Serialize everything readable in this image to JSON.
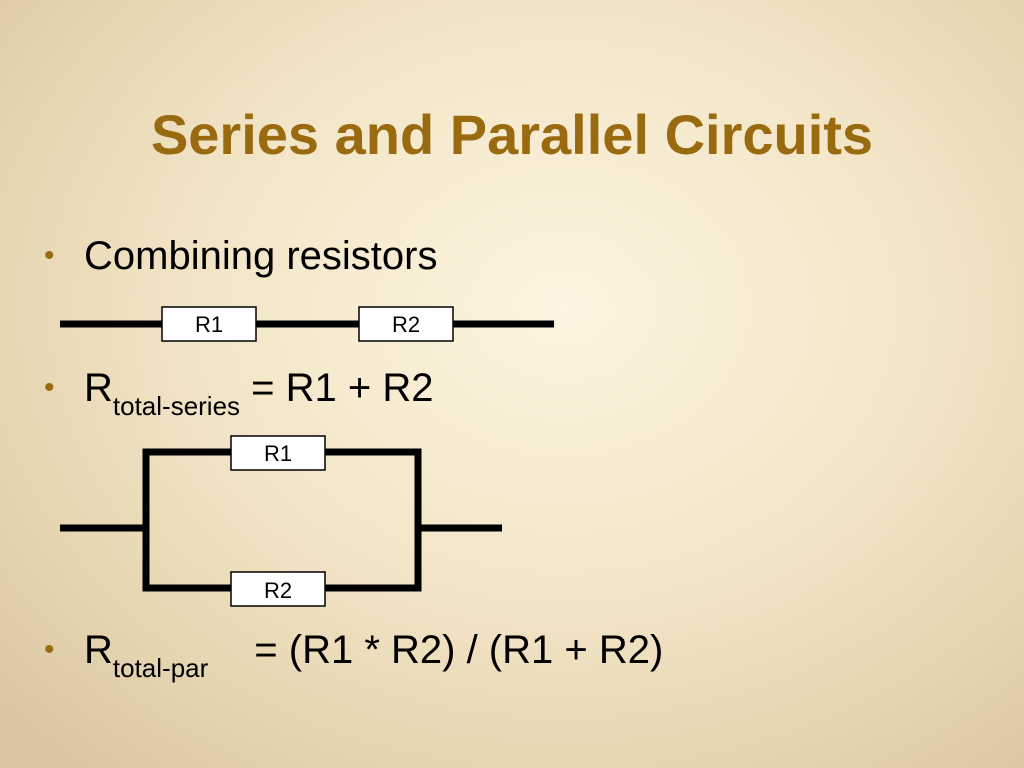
{
  "slide": {
    "title": "Series and Parallel Circuits",
    "bullets": [
      {
        "symbol": "•",
        "text": "Combining resistors"
      },
      {
        "symbol": "•",
        "lead": "R",
        "subscript": "total-series",
        "equation": "= R1 + R2"
      },
      {
        "symbol": "•",
        "lead": "R",
        "subscript": "total-par",
        "equation": "= (R1 * R2) / (R1 + R2)"
      }
    ]
  },
  "series_circuit": {
    "resistors": [
      "R1",
      "R2"
    ]
  },
  "parallel_circuit": {
    "resistors": [
      "R1",
      "R2"
    ]
  },
  "colors": {
    "title": "#996a0f",
    "bullet": "#996a0f",
    "wire": "#000000",
    "resistor_fill": "#ffffff"
  }
}
